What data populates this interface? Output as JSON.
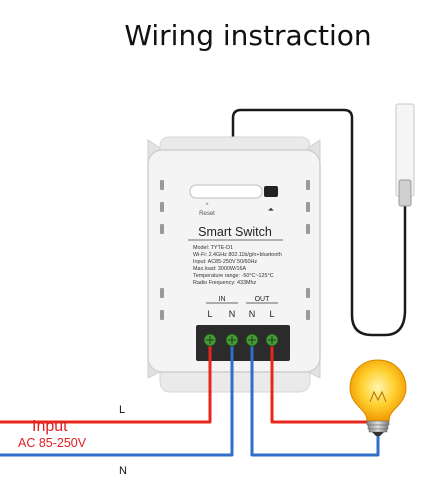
{
  "title": "Wiring instraction",
  "device": {
    "name": "Smart Switch",
    "reset_label": "Reset",
    "specs": [
      "Model: TYTE-D1",
      "Wi-Fi: 2.4GHz 802.11b/g/n+bluetooth",
      "Input: AC85-250V 50/60Hz",
      "Max.load: 3000W/16A",
      "Temperature range: -50°C~125°C",
      "Radio Frequency: 433Mhz"
    ],
    "in_label": "IN",
    "out_label": "OUT",
    "terminals": [
      "L",
      "N",
      "N",
      "L"
    ]
  },
  "input": {
    "label": "Input",
    "voltage": "AC 85-250V",
    "line_label": "L",
    "neutral_label": "N"
  },
  "colors": {
    "live": "#e8261c",
    "neutral": "#2e6fc9",
    "title": "#111111",
    "input_text": "#e02020",
    "device_body": "#f3f3f3",
    "terminal_block": "#2b2b2b",
    "screw": "#4a9a3a",
    "bulb": "#f4b400"
  },
  "icons": [
    "sensor-probe-icon",
    "light-bulb-icon",
    "screw-terminal-icon"
  ]
}
